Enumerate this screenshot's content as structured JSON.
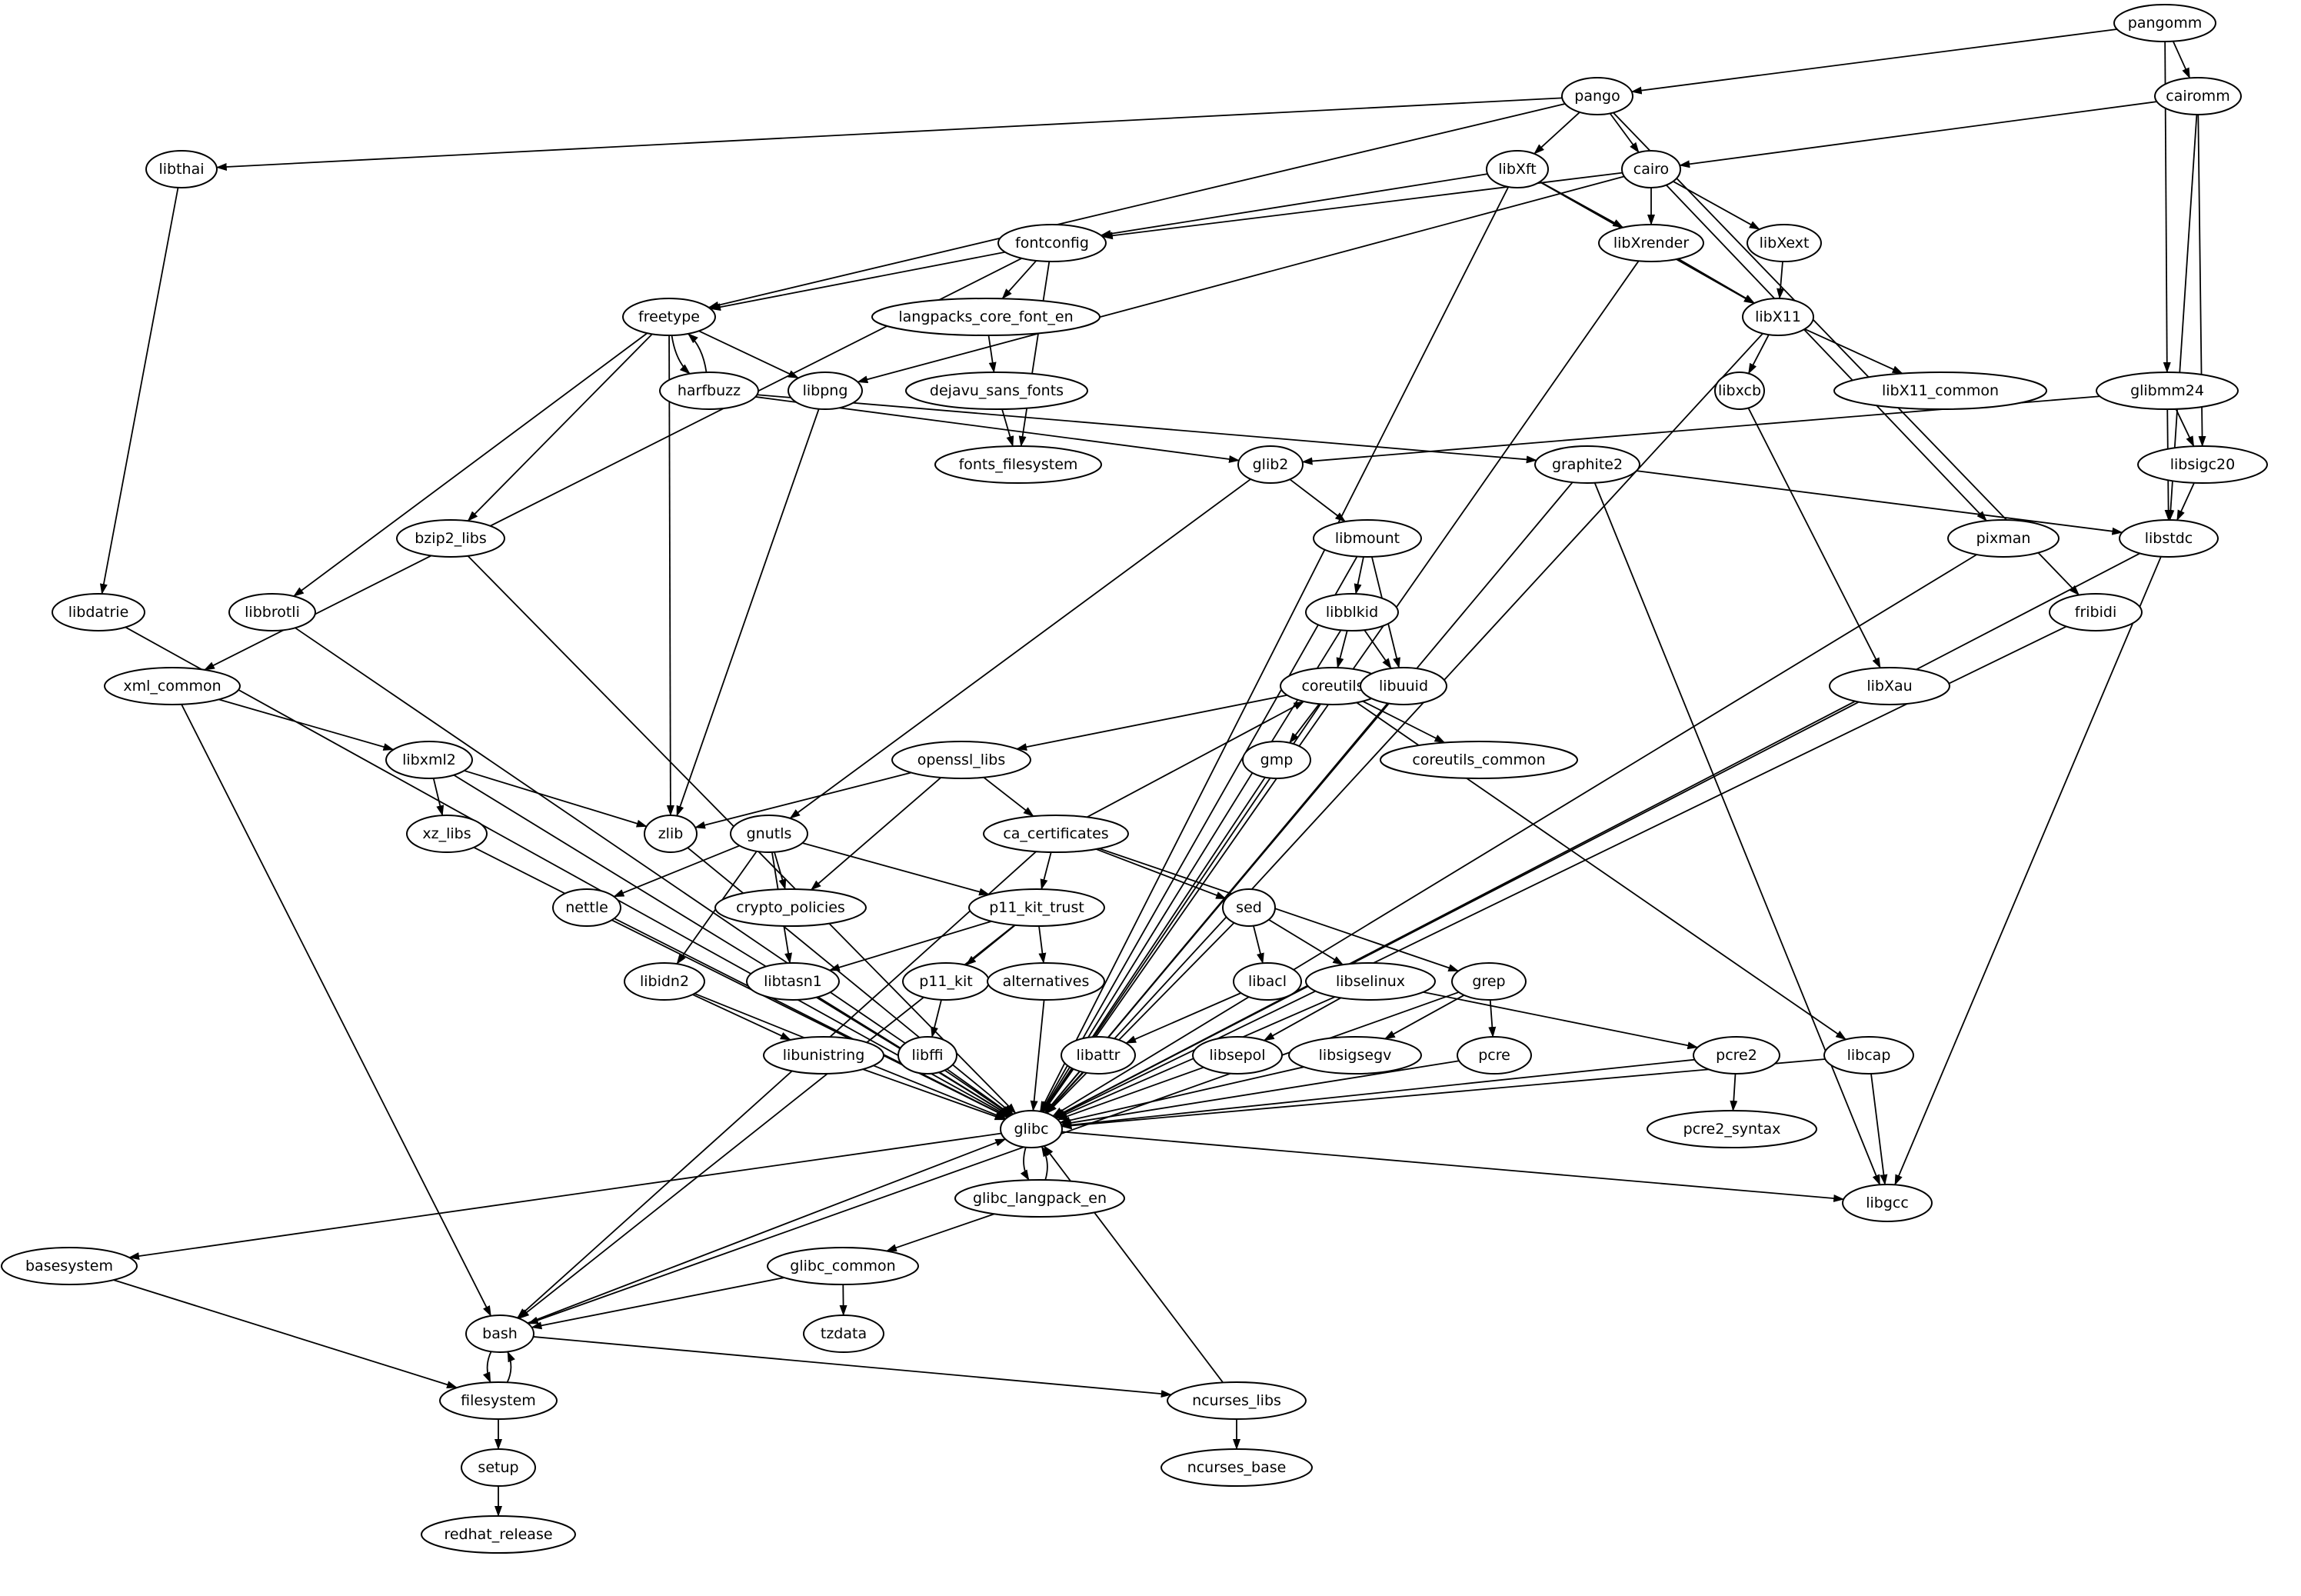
{
  "graph": {
    "type": "directed-dependency-graph",
    "nodes": [
      "pangomm",
      "pango",
      "cairomm",
      "libthai",
      "libXft",
      "cairo",
      "fontconfig",
      "libXrender",
      "libXext",
      "freetype",
      "langpacks_core_font_en",
      "libX11",
      "harfbuzz",
      "libpng",
      "dejavu_sans_fonts",
      "libxcb",
      "libX11_common",
      "glibmm24",
      "fonts_filesystem",
      "glib2",
      "graphite2",
      "libsigc20",
      "bzip2_libs",
      "libmount",
      "pixman",
      "libstdc",
      "libdatrie",
      "libbrotli",
      "libblkid",
      "fribidi",
      "xml_common",
      "coreutils",
      "libuuid",
      "libXau",
      "libxml2",
      "openssl_libs",
      "gmp",
      "coreutils_common",
      "xz_libs",
      "zlib",
      "gnutls",
      "ca_certificates",
      "nettle",
      "crypto_policies",
      "p11_kit_trust",
      "sed",
      "libidn2",
      "libtasn1",
      "p11_kit",
      "alternatives",
      "libacl",
      "libselinux",
      "grep",
      "libunistring",
      "libffi",
      "libattr",
      "libsepol",
      "libsigsegv",
      "pcre",
      "pcre2",
      "libcap",
      "glibc",
      "pcre2_syntax",
      "glibc_langpack_en",
      "libgcc",
      "basesystem",
      "glibc_common",
      "bash",
      "tzdata",
      "filesystem",
      "ncurses_libs",
      "setup",
      "ncurses_base",
      "redhat_release"
    ],
    "edges": [
      [
        "pangomm",
        "pango"
      ],
      [
        "pangomm",
        "cairomm"
      ],
      [
        "pangomm",
        "glibmm24"
      ],
      [
        "cairomm",
        "cairo"
      ],
      [
        "cairomm",
        "libsigc20"
      ],
      [
        "cairomm",
        "libstdc"
      ],
      [
        "pango",
        "libthai"
      ],
      [
        "pango",
        "libXft"
      ],
      [
        "pango",
        "cairo"
      ],
      [
        "pango",
        "freetype"
      ],
      [
        "pango",
        "fribidi"
      ],
      [
        "libthai",
        "libdatrie"
      ],
      [
        "libXft",
        "fontconfig"
      ],
      [
        "libXft",
        "libXrender"
      ],
      [
        "libXft",
        "libX11"
      ],
      [
        "libXft",
        "glibc"
      ],
      [
        "cairo",
        "fontconfig"
      ],
      [
        "cairo",
        "libXrender"
      ],
      [
        "cairo",
        "libXext"
      ],
      [
        "cairo",
        "libpng"
      ],
      [
        "cairo",
        "pixman"
      ],
      [
        "libXrender",
        "libX11"
      ],
      [
        "libXrender",
        "glibc"
      ],
      [
        "libXext",
        "libX11"
      ],
      [
        "fontconfig",
        "freetype"
      ],
      [
        "fontconfig",
        "langpacks_core_font_en"
      ],
      [
        "fontconfig",
        "fonts_filesystem"
      ],
      [
        "fontconfig",
        "xml_common"
      ],
      [
        "freetype",
        "harfbuzz"
      ],
      [
        "freetype",
        "libpng"
      ],
      [
        "freetype",
        "bzip2_libs"
      ],
      [
        "freetype",
        "libbrotli"
      ],
      [
        "freetype",
        "zlib"
      ],
      [
        "harfbuzz",
        "freetype"
      ],
      [
        "harfbuzz",
        "glib2"
      ],
      [
        "harfbuzz",
        "graphite2"
      ],
      [
        "libpng",
        "zlib"
      ],
      [
        "langpacks_core_font_en",
        "dejavu_sans_fonts"
      ],
      [
        "dejavu_sans_fonts",
        "fonts_filesystem"
      ],
      [
        "libX11",
        "libxcb"
      ],
      [
        "libX11",
        "libX11_common"
      ],
      [
        "libX11",
        "glibc"
      ],
      [
        "libxcb",
        "libXau"
      ],
      [
        "glibmm24",
        "glib2"
      ],
      [
        "glibmm24",
        "libsigc20"
      ],
      [
        "glibmm24",
        "libstdc"
      ],
      [
        "libsigc20",
        "libstdc"
      ],
      [
        "glib2",
        "libmount"
      ],
      [
        "glib2",
        "gnutls"
      ],
      [
        "graphite2",
        "libstdc"
      ],
      [
        "graphite2",
        "glibc"
      ],
      [
        "graphite2",
        "libgcc"
      ],
      [
        "libmount",
        "libblkid"
      ],
      [
        "libmount",
        "libuuid"
      ],
      [
        "libmount",
        "glibc"
      ],
      [
        "libblkid",
        "coreutils"
      ],
      [
        "libblkid",
        "libuuid"
      ],
      [
        "libblkid",
        "glibc"
      ],
      [
        "coreutils",
        "openssl_libs"
      ],
      [
        "coreutils",
        "gmp"
      ],
      [
        "coreutils",
        "coreutils_common"
      ],
      [
        "coreutils",
        "libcap"
      ],
      [
        "coreutils",
        "glibc"
      ],
      [
        "ca_certificates",
        "coreutils"
      ],
      [
        "openssl_libs",
        "ca_certificates"
      ],
      [
        "openssl_libs",
        "crypto_policies"
      ],
      [
        "openssl_libs",
        "zlib"
      ],
      [
        "xml_common",
        "libxml2"
      ],
      [
        "xml_common",
        "bash"
      ],
      [
        "libxml2",
        "xz_libs"
      ],
      [
        "libxml2",
        "zlib"
      ],
      [
        "libxml2",
        "glibc"
      ],
      [
        "gnutls",
        "nettle"
      ],
      [
        "gnutls",
        "crypto_policies"
      ],
      [
        "gnutls",
        "p11_kit_trust"
      ],
      [
        "gnutls",
        "libidn2"
      ],
      [
        "gnutls",
        "libtasn1"
      ],
      [
        "ca_certificates",
        "p11_kit_trust"
      ],
      [
        "ca_certificates",
        "sed"
      ],
      [
        "ca_certificates",
        "grep"
      ],
      [
        "ca_certificates",
        "bash"
      ],
      [
        "p11_kit_trust",
        "libtasn1"
      ],
      [
        "p11_kit_trust",
        "p11_kit"
      ],
      [
        "p11_kit_trust",
        "alternatives"
      ],
      [
        "p11_kit_trust",
        "bash"
      ],
      [
        "p11_kit",
        "libffi"
      ],
      [
        "sed",
        "libacl"
      ],
      [
        "sed",
        "libselinux"
      ],
      [
        "sed",
        "glibc"
      ],
      [
        "libacl",
        "libattr"
      ],
      [
        "libselinux",
        "libsepol"
      ],
      [
        "libselinux",
        "pcre2"
      ],
      [
        "libselinux",
        "glibc"
      ],
      [
        "grep",
        "libsigsegv"
      ],
      [
        "grep",
        "pcre"
      ],
      [
        "grep",
        "bash"
      ],
      [
        "libidn2",
        "libunistring"
      ],
      [
        "libidn2",
        "glibc"
      ],
      [
        "pcre2",
        "pcre2_syntax"
      ],
      [
        "pcre2",
        "glibc"
      ],
      [
        "libcap",
        "libgcc"
      ],
      [
        "libcap",
        "glibc"
      ],
      [
        "libstdc",
        "glibc"
      ],
      [
        "libstdc",
        "libgcc"
      ],
      [
        "libdatrie",
        "glibc"
      ],
      [
        "libbrotli",
        "glibc"
      ],
      [
        "bzip2_libs",
        "glibc"
      ],
      [
        "xz_libs",
        "glibc"
      ],
      [
        "zlib",
        "glibc"
      ],
      [
        "nettle",
        "glibc"
      ],
      [
        "libtasn1",
        "glibc"
      ],
      [
        "alternatives",
        "glibc"
      ],
      [
        "libunistring",
        "glibc"
      ],
      [
        "libffi",
        "glibc"
      ],
      [
        "libattr",
        "glibc"
      ],
      [
        "libsepol",
        "glibc"
      ],
      [
        "libsigsegv",
        "glibc"
      ],
      [
        "pcre",
        "glibc"
      ],
      [
        "libuuid",
        "glibc"
      ],
      [
        "gmp",
        "glibc"
      ],
      [
        "pixman",
        "glibc"
      ],
      [
        "fribidi",
        "glibc"
      ],
      [
        "libXau",
        "glibc"
      ],
      [
        "glibc",
        "glibc_langpack_en"
      ],
      [
        "glibc",
        "basesystem"
      ],
      [
        "glibc",
        "libgcc"
      ],
      [
        "glibc_langpack_en",
        "glibc"
      ],
      [
        "glibc_langpack_en",
        "glibc_common"
      ],
      [
        "glibc_common",
        "bash"
      ],
      [
        "glibc_common",
        "tzdata"
      ],
      [
        "basesystem",
        "filesystem"
      ],
      [
        "bash",
        "glibc"
      ],
      [
        "bash",
        "filesystem"
      ],
      [
        "bash",
        "ncurses_libs"
      ],
      [
        "filesystem",
        "bash"
      ],
      [
        "filesystem",
        "setup"
      ],
      [
        "setup",
        "redhat_release"
      ],
      [
        "ncurses_libs",
        "glibc"
      ],
      [
        "ncurses_libs",
        "ncurses_base"
      ]
    ]
  }
}
